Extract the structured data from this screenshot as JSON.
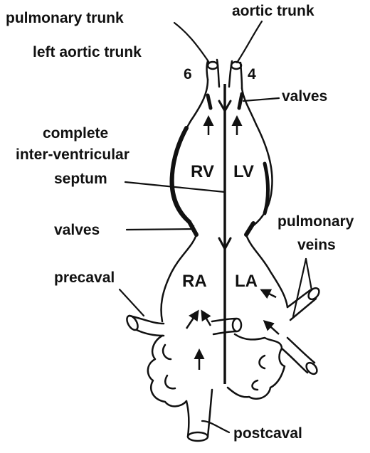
{
  "labels": {
    "pulmonary_trunk": "pulmonary trunk",
    "aortic_trunk": "aortic trunk",
    "left_aortic_trunk": "left aortic trunk",
    "arch_6": "6",
    "arch_4": "4",
    "valves_top": "valves",
    "septum_line1": "complete",
    "septum_line2": "inter-ventricular",
    "septum_line3": "septum",
    "valves_mid": "valves",
    "pulmonary_veins_line1": "pulmonary",
    "pulmonary_veins_line2": "veins",
    "precaval": "precaval",
    "postcaval": "postcaval"
  },
  "chambers": {
    "rv": "RV",
    "lv": "LV",
    "ra": "RA",
    "la": "LA"
  }
}
